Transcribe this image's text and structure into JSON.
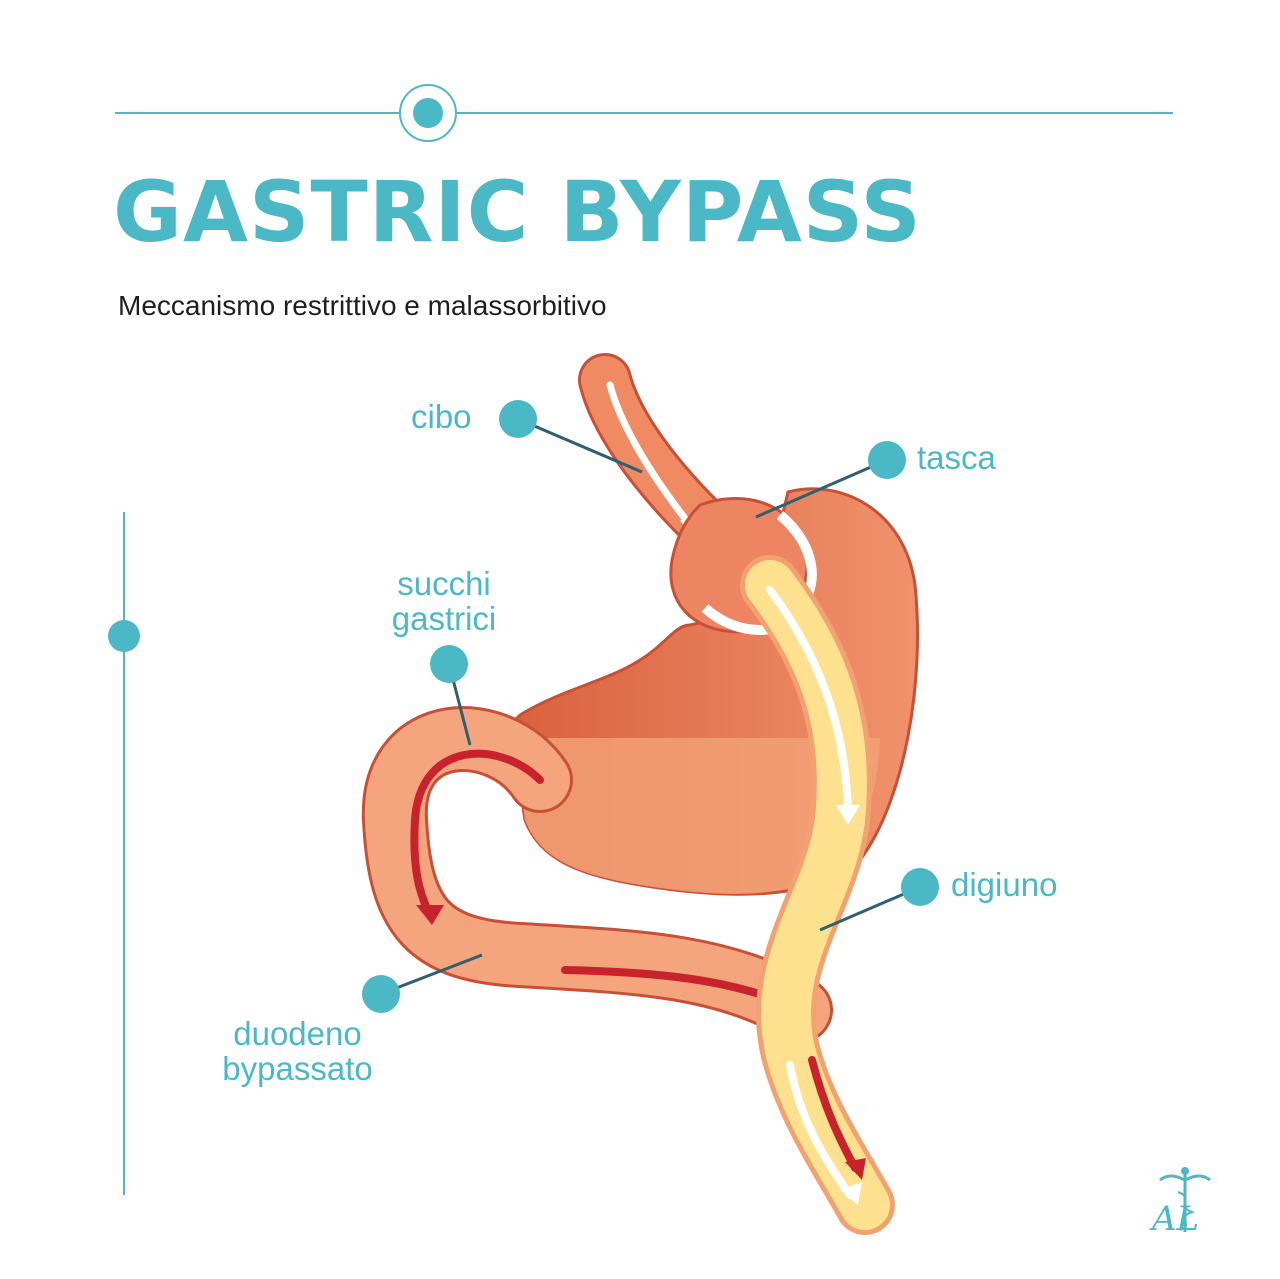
{
  "title": "GASTRIC BYPASS",
  "subtitle": "Meccanismo restrittivo e malassorbitivo",
  "accent_color": "#4bb8c6",
  "labels": {
    "cibo": "cibo",
    "tasca": "tasca",
    "succhi_line1": "succhi",
    "succhi_line2": "gastrici",
    "digiuno": "digiuno",
    "duodeno_line1": "duodeno",
    "duodeno_line2": "bypassato"
  },
  "logo": {
    "icon": "caduceus-icon",
    "letters": "AL"
  }
}
